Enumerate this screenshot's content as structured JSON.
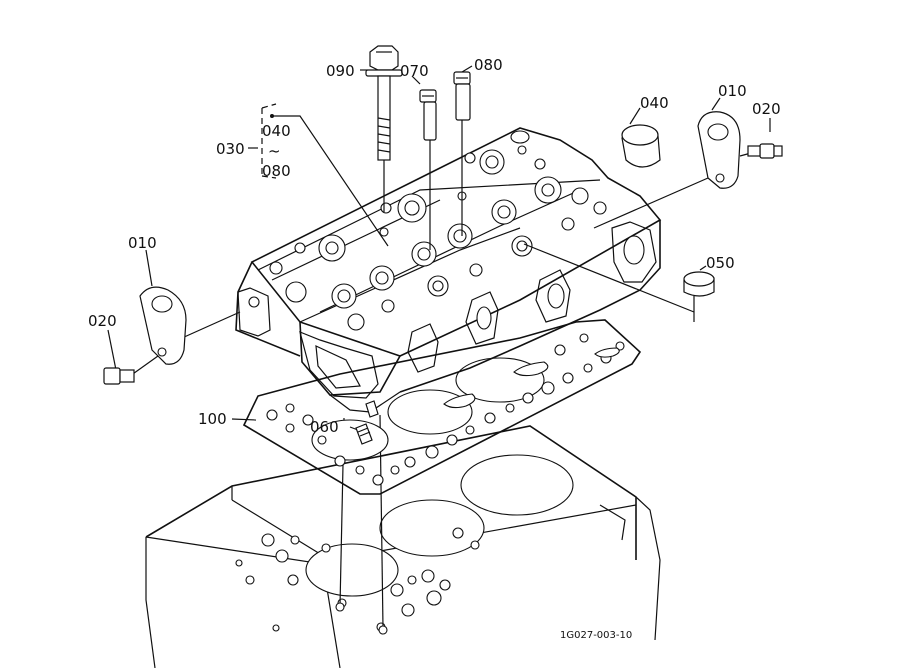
{
  "diagram": {
    "figure_id": "1G027-003-10",
    "callouts": {
      "p090": "090",
      "p070": "070",
      "p080": "080",
      "p040": "040",
      "p010_right": "010",
      "p020_right": "020",
      "p030": "030",
      "p040_range": "040",
      "p080_range": "080",
      "range_sep": "~",
      "p010_left": "010",
      "p020_left": "020",
      "p050": "050",
      "p100": "100",
      "p060": "060"
    }
  }
}
